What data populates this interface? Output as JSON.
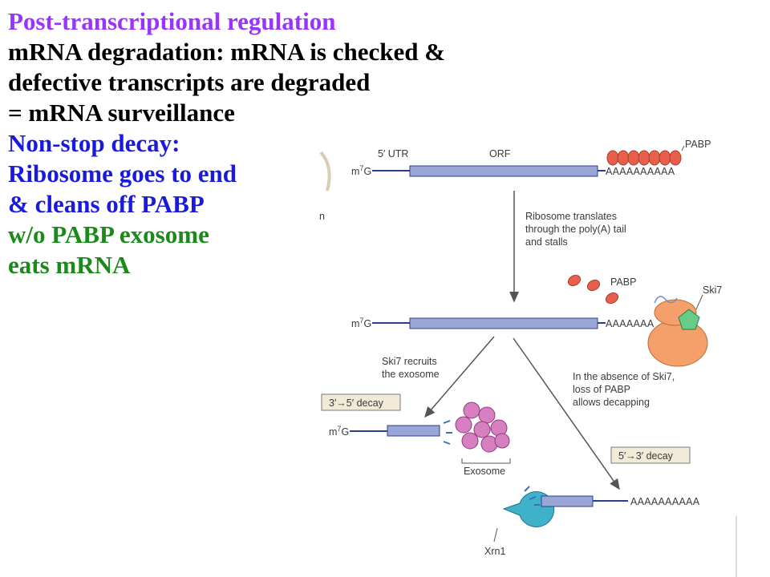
{
  "slide": {
    "title": "Post-transcriptional regulation",
    "definition_lines": [
      "mRNA degradation: mRNA is checked &",
      "defective transcripts are degraded",
      "= mRNA surveillance"
    ],
    "subheading": "Non-stop decay:",
    "mechanism_lines": [
      "Ribosome goes to end",
      "& cleans off PABP"
    ],
    "outcome_lines": [
      "w/o PABP exosome",
      "eats mRNA"
    ],
    "colors": {
      "title": "#9933ff",
      "definition": "#000000",
      "mechanism": "#1a1adc",
      "outcome": "#1a8a1a"
    }
  },
  "diagram": {
    "cap_label": "m7G",
    "utr_label": "5′ UTR",
    "orf_label": "ORF",
    "pabp_label": "PABP",
    "polya_full": "AAAAAAAAAA",
    "polya_partial": "AAAAAAA",
    "step1_lines": [
      "Ribosome translates",
      "through the poly(A) tail",
      "and stalls"
    ],
    "ski7_label": "Ski7",
    "ski7_recruit_lines": [
      "Ski7 recruits",
      "the exosome"
    ],
    "absence_lines": [
      "In the absence of Ski7,",
      "loss of PABP",
      "allows decapping"
    ],
    "decay_3to5": "3′→5′ decay",
    "decay_5to3": "5′→3′ decay",
    "exosome_label": "Exosome",
    "xrn1_label": "Xrn1",
    "edge_fragment": "n",
    "colors": {
      "mrna_bar": "#9aa6d6",
      "pabp": "#e8604c",
      "ribosome": "#f5a06a",
      "ski7": "#66cc88",
      "exosome": "#d77fc0",
      "xrn1": "#3fb2c9",
      "decay_box": "#f0ead6"
    }
  }
}
